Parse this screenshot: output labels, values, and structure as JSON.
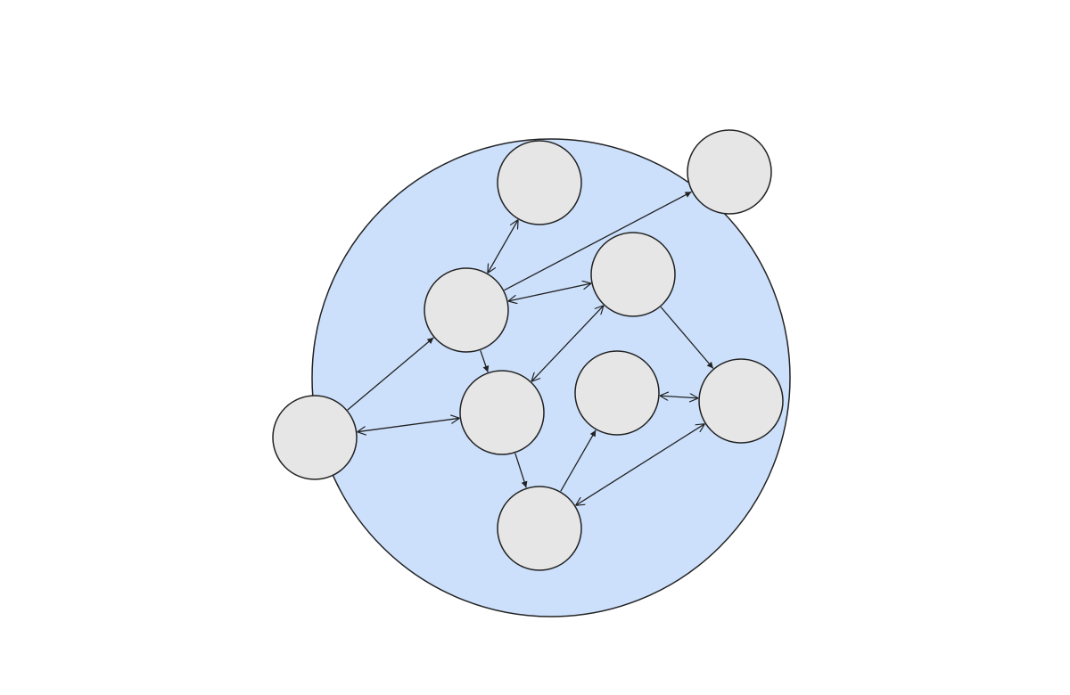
{
  "diagram": {
    "type": "network",
    "colors": {
      "background": "#ffffff",
      "region_fill": "#cce0fc",
      "region_stroke": "#222222",
      "node_fill": "#e6e6e6",
      "node_stroke": "#222222",
      "edge_stroke": "#222222"
    },
    "region": {
      "id": "cluster",
      "label": ""
    },
    "nodes": [
      {
        "id": "n-top",
        "label": ""
      },
      {
        "id": "n-outer-tr",
        "label": ""
      },
      {
        "id": "n-upper-left",
        "label": ""
      },
      {
        "id": "n-upper-right",
        "label": ""
      },
      {
        "id": "n-outer-left",
        "label": ""
      },
      {
        "id": "n-center",
        "label": ""
      },
      {
        "id": "n-center-right",
        "label": ""
      },
      {
        "id": "n-right",
        "label": ""
      },
      {
        "id": "n-bottom",
        "label": ""
      }
    ],
    "edges": [
      {
        "from": "n-upper-left",
        "to": "n-top",
        "arrow": "both",
        "head": "open"
      },
      {
        "from": "n-upper-left",
        "to": "n-outer-tr",
        "arrow": "forward",
        "head": "filled"
      },
      {
        "from": "n-upper-left",
        "to": "n-upper-right",
        "arrow": "both",
        "head": "open"
      },
      {
        "from": "n-outer-left",
        "to": "n-upper-left",
        "arrow": "forward",
        "head": "filled"
      },
      {
        "from": "n-upper-left",
        "to": "n-center",
        "arrow": "forward",
        "head": "filled"
      },
      {
        "from": "n-outer-left",
        "to": "n-center",
        "arrow": "both",
        "head": "open"
      },
      {
        "from": "n-upper-right",
        "to": "n-center",
        "arrow": "both",
        "head": "open"
      },
      {
        "from": "n-upper-right",
        "to": "n-right",
        "arrow": "forward",
        "head": "filled"
      },
      {
        "from": "n-center-right",
        "to": "n-right",
        "arrow": "both",
        "head": "open"
      },
      {
        "from": "n-center",
        "to": "n-bottom",
        "arrow": "forward",
        "head": "filled"
      },
      {
        "from": "n-bottom",
        "to": "n-center-right",
        "arrow": "forward",
        "head": "filled"
      },
      {
        "from": "n-bottom",
        "to": "n-right",
        "arrow": "both",
        "head": "open"
      }
    ]
  }
}
